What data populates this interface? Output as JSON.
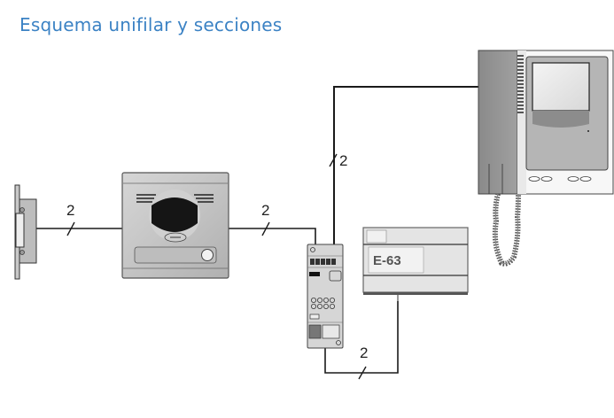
{
  "title": "Esquema unifilar y secciones",
  "diagram": {
    "components": [
      {
        "id": "door-lock",
        "name": "Electric door strike"
      },
      {
        "id": "door-panel",
        "name": "Door entry panel with camera"
      },
      {
        "id": "distributor",
        "name": "Video distributor / interface module"
      },
      {
        "id": "power-supply",
        "name": "Power supply",
        "label": "E-63"
      },
      {
        "id": "monitor",
        "name": "Video monitor with handset"
      }
    ],
    "connections": [
      {
        "from": "door-lock",
        "to": "door-panel",
        "wires": "2"
      },
      {
        "from": "door-panel",
        "to": "distributor",
        "wires": "2"
      },
      {
        "from": "distributor",
        "to": "monitor",
        "wires": "2"
      },
      {
        "from": "distributor",
        "to": "power-supply",
        "wires": "2"
      }
    ]
  },
  "colors": {
    "title": "#3b82c4",
    "line": "#1a1a1a",
    "device_gray": "#b8b8b8"
  }
}
